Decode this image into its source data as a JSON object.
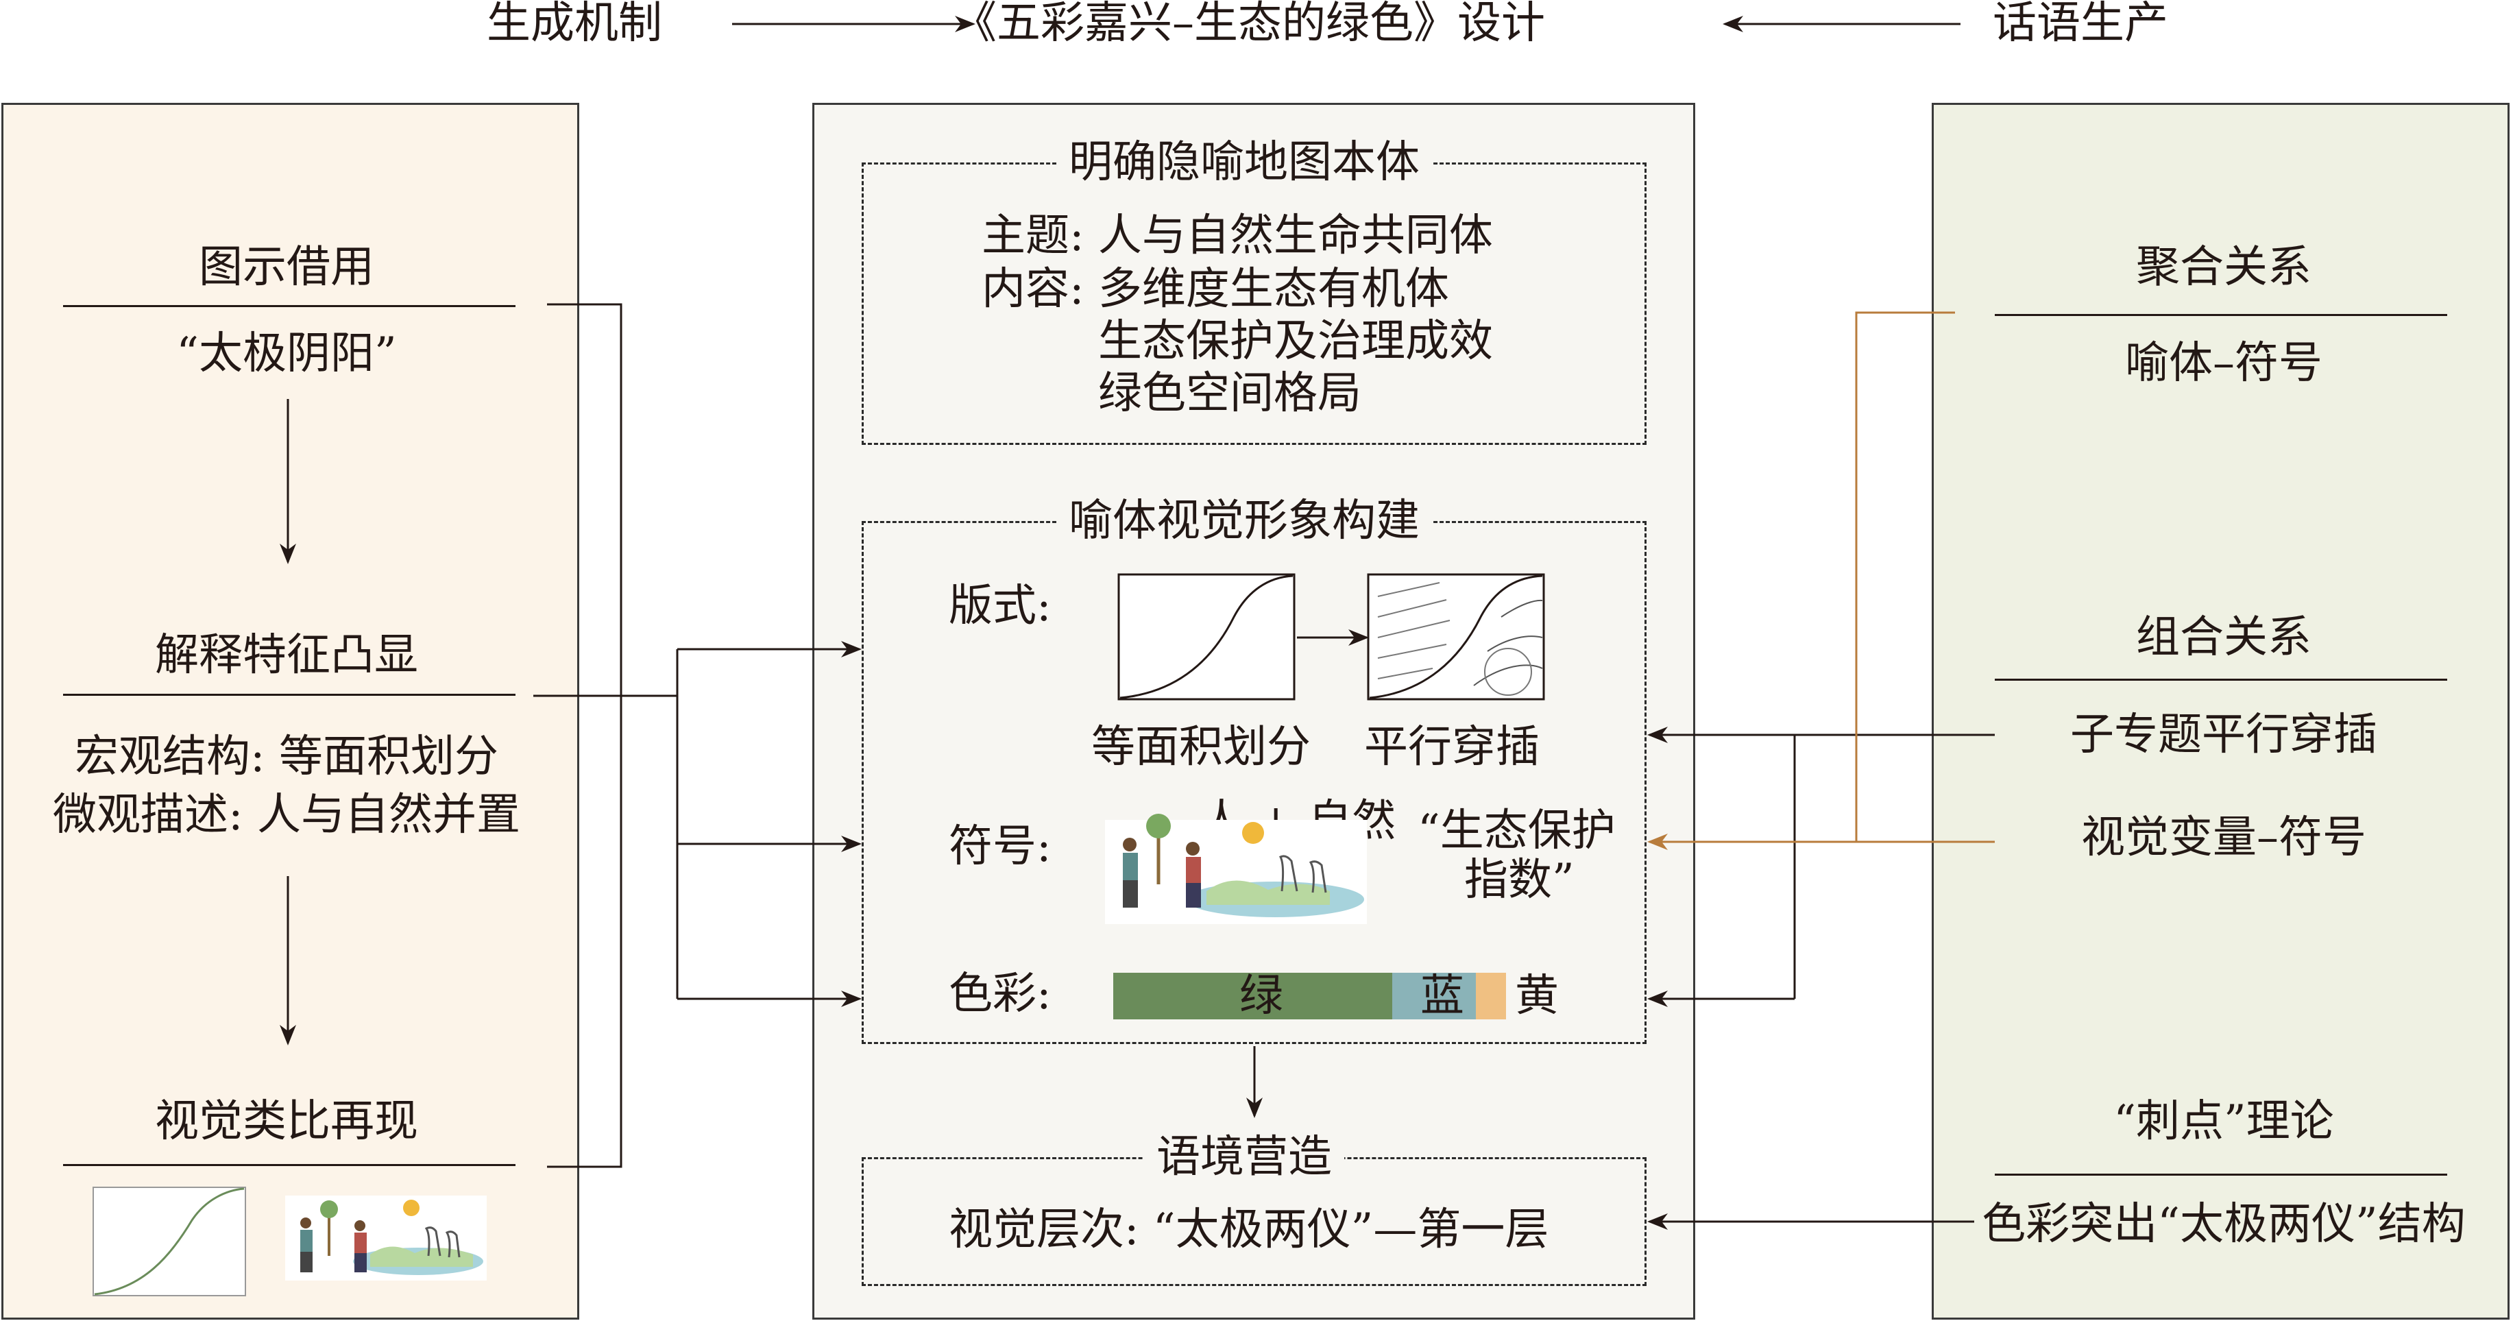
{
  "header": {
    "left": "生成机制",
    "center": "《五彩嘉兴–生态的绿色》设计",
    "right": "话语生产"
  },
  "left_panel": {
    "item1": {
      "title": "图示借用",
      "text": "“太极阴阳”"
    },
    "item2": {
      "title": "解释特征凸显",
      "line1": "宏观结构: 等面积划分",
      "line2": "微观描述: 人与自然并置"
    },
    "item3": {
      "title": "视觉类比再现"
    }
  },
  "center_panel": {
    "box1": {
      "title": "明确隐喻地图本体",
      "theme": "主题: 人与自然生命共同体",
      "content": "内容: 多维度生态有机体",
      "content2": "生态保护及治理成效",
      "content3": "绿色空间格局"
    },
    "box2": {
      "title": "喻体视觉形象构建",
      "layout_label": "版式:",
      "layout_cap1": "等面积划分",
      "layout_cap2": "平行穿插",
      "symbol_label": "符号:",
      "symbol_cap": "人 + 自然",
      "symbol_quote1": "“生态保护",
      "symbol_quote2": "指数”",
      "color_label": "色彩:",
      "color_green": "绿",
      "color_blue": "蓝",
      "color_yellow": "黄"
    },
    "box3": {
      "title": "语境营造",
      "text": "视觉层次: “太极两仪”—第一层"
    }
  },
  "right_panel": {
    "item1": {
      "title": "聚合关系",
      "text": "喻体–符号"
    },
    "item2": {
      "title": "组合关系",
      "line1": "子专题平行穿插",
      "line2": "视觉变量–符号"
    },
    "item3": {
      "title": "“刺点”理论",
      "text": "色彩突出“太极两仪”结构"
    }
  },
  "colors": {
    "left_bg": "#fcf4e9",
    "center_bg": "#f7f6f2",
    "right_bg": "#eff1e3",
    "green": "#6a8c5a",
    "blue": "#8ab3b8",
    "yellow": "#f0c082",
    "orange_line": "#b87c3c"
  }
}
